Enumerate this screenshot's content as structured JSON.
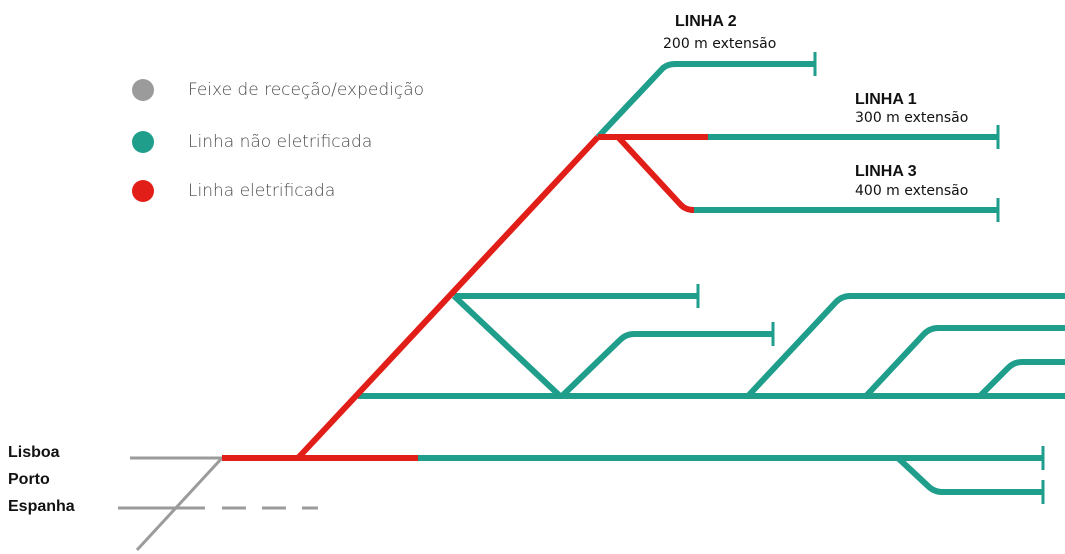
{
  "colors": {
    "reception": "#9b9b9b",
    "non_electrified": "#1f9e8c",
    "electrified": "#e21e18"
  },
  "legend": [
    {
      "label": "Feixe de receção/expedição",
      "color": "#9b9b9b"
    },
    {
      "label": "Linha não eletrificada",
      "color": "#1f9e8c"
    },
    {
      "label": "Linha eletrificada",
      "color": "#e21e18"
    }
  ],
  "lines": {
    "linha2": {
      "title": "LINHA 2",
      "subtitle": "200 m extensão"
    },
    "linha1": {
      "title": "LINHA 1",
      "subtitle": "300 m extensão"
    },
    "linha3": {
      "title": "LINHA 3",
      "subtitle": "400 m extensão"
    }
  },
  "origins": [
    "Lisboa",
    "Porto",
    "Espanha"
  ]
}
